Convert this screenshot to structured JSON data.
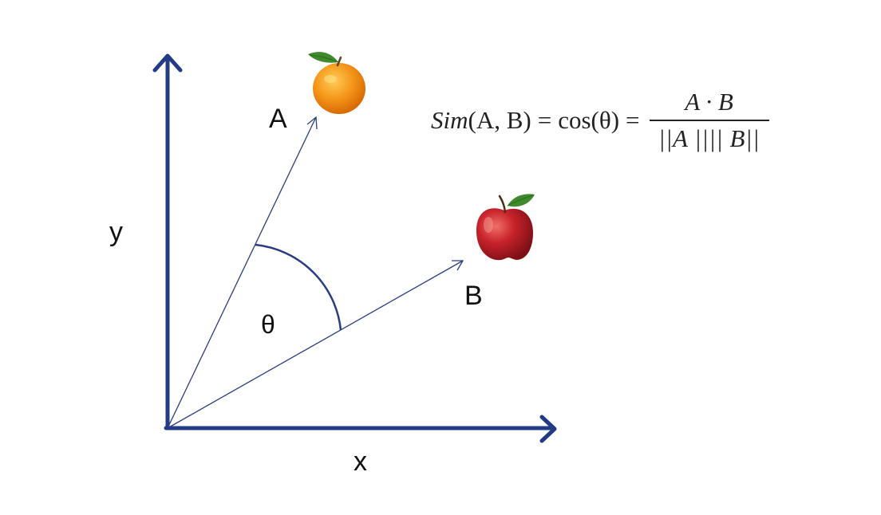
{
  "labels": {
    "vector_a": "A",
    "vector_b": "B",
    "axis_x": "x",
    "axis_y": "y",
    "angle": "θ"
  },
  "formula": {
    "lhs_func": "Sim",
    "lhs_args": "(A, B)",
    "equals1": "=",
    "cos_expr": "cos(θ)",
    "equals2": "=",
    "numerator": "A · B",
    "denominator": "||A ||||  B||"
  },
  "icons": {
    "vector_a": "orange-icon",
    "vector_b": "apple-icon"
  },
  "colors": {
    "axis": "#233a86",
    "vector": "#2b3d82",
    "arc": "#2b3d82",
    "orange": "#f5961a",
    "apple": "#c8232b",
    "leaf": "#3e8a2c"
  }
}
